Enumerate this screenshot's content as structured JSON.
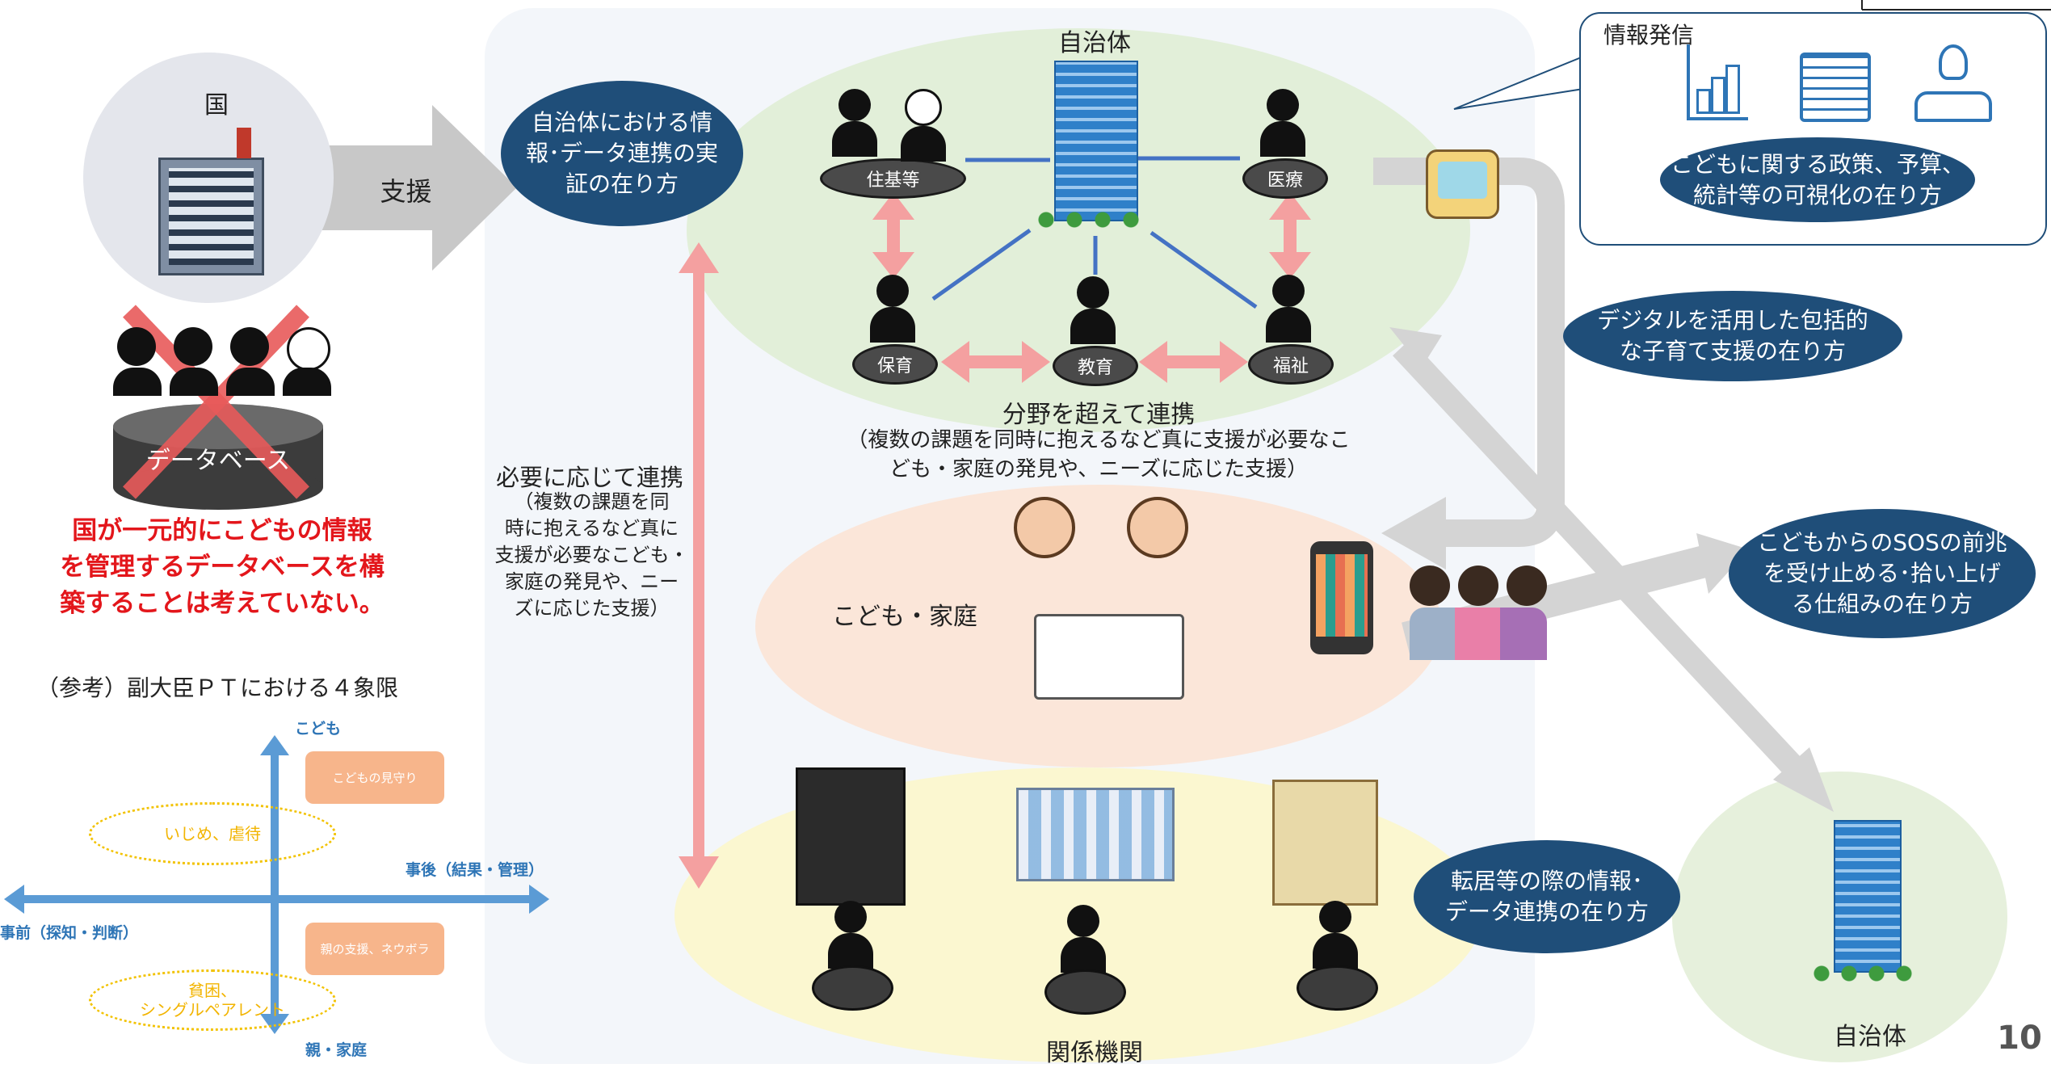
{
  "national": {
    "title": "国",
    "support_label": "支援",
    "database_label": "データベース",
    "note": "国が一元的にこどもの情報\nを管理するデータベースを構\n築することは考えていない。"
  },
  "reference": {
    "title": "（参考）副大臣ＰＴにおける４象限",
    "axis_top": "こども",
    "axis_bottom": "親・家庭",
    "axis_right": "事後（結果・管理）",
    "axis_left": "事前（探知・判断）",
    "notes": [
      "こどもの見守り",
      "いじめ、虐待",
      "親の支援、ネウボラ",
      "貧困、\nシングルペアレント"
    ]
  },
  "municipality": {
    "title": "自治体",
    "oval_demo": "自治体における情\n報･データ連携の実\n証の在り方",
    "nodes": [
      "住基等",
      "医療",
      "保育",
      "教育",
      "福祉"
    ],
    "cross_title": "分野を超えて連携",
    "cross_desc": "（複数の課題を同時に抱えるなど真に支援が必要なこ\nども・家庭の発見や、ニーズに応じた支援）"
  },
  "side_link": {
    "title": "必要に応じて連携",
    "desc": "（複数の課題を同\n時に抱えるなど真に\n支援が必要なこども・\n家庭の発見や、ニー\nズに応じた支援）"
  },
  "family": {
    "label": "こども・家庭"
  },
  "agencies": {
    "label": "関係機関"
  },
  "info": {
    "title": "情報発信",
    "oval": "こどもに関する政策、予算、\n統計等の可視化の在り方"
  },
  "ovals": {
    "digital": "デジタルを活用した包括的\nな子育て支援の在り方",
    "sos": "こどもからのSOSの前兆\nを受け止める･拾い上げ\nる仕組みの在り方",
    "move": "転居等の際の情報･\nデータ連携の在り方"
  },
  "other_municipality": {
    "label": "自治体"
  },
  "page_number": "10",
  "colors": {
    "navy": "#1f4e79",
    "pink_arrow": "#f4a0a0",
    "red": "#e3161b",
    "blue_axis": "#5b9bd5"
  }
}
